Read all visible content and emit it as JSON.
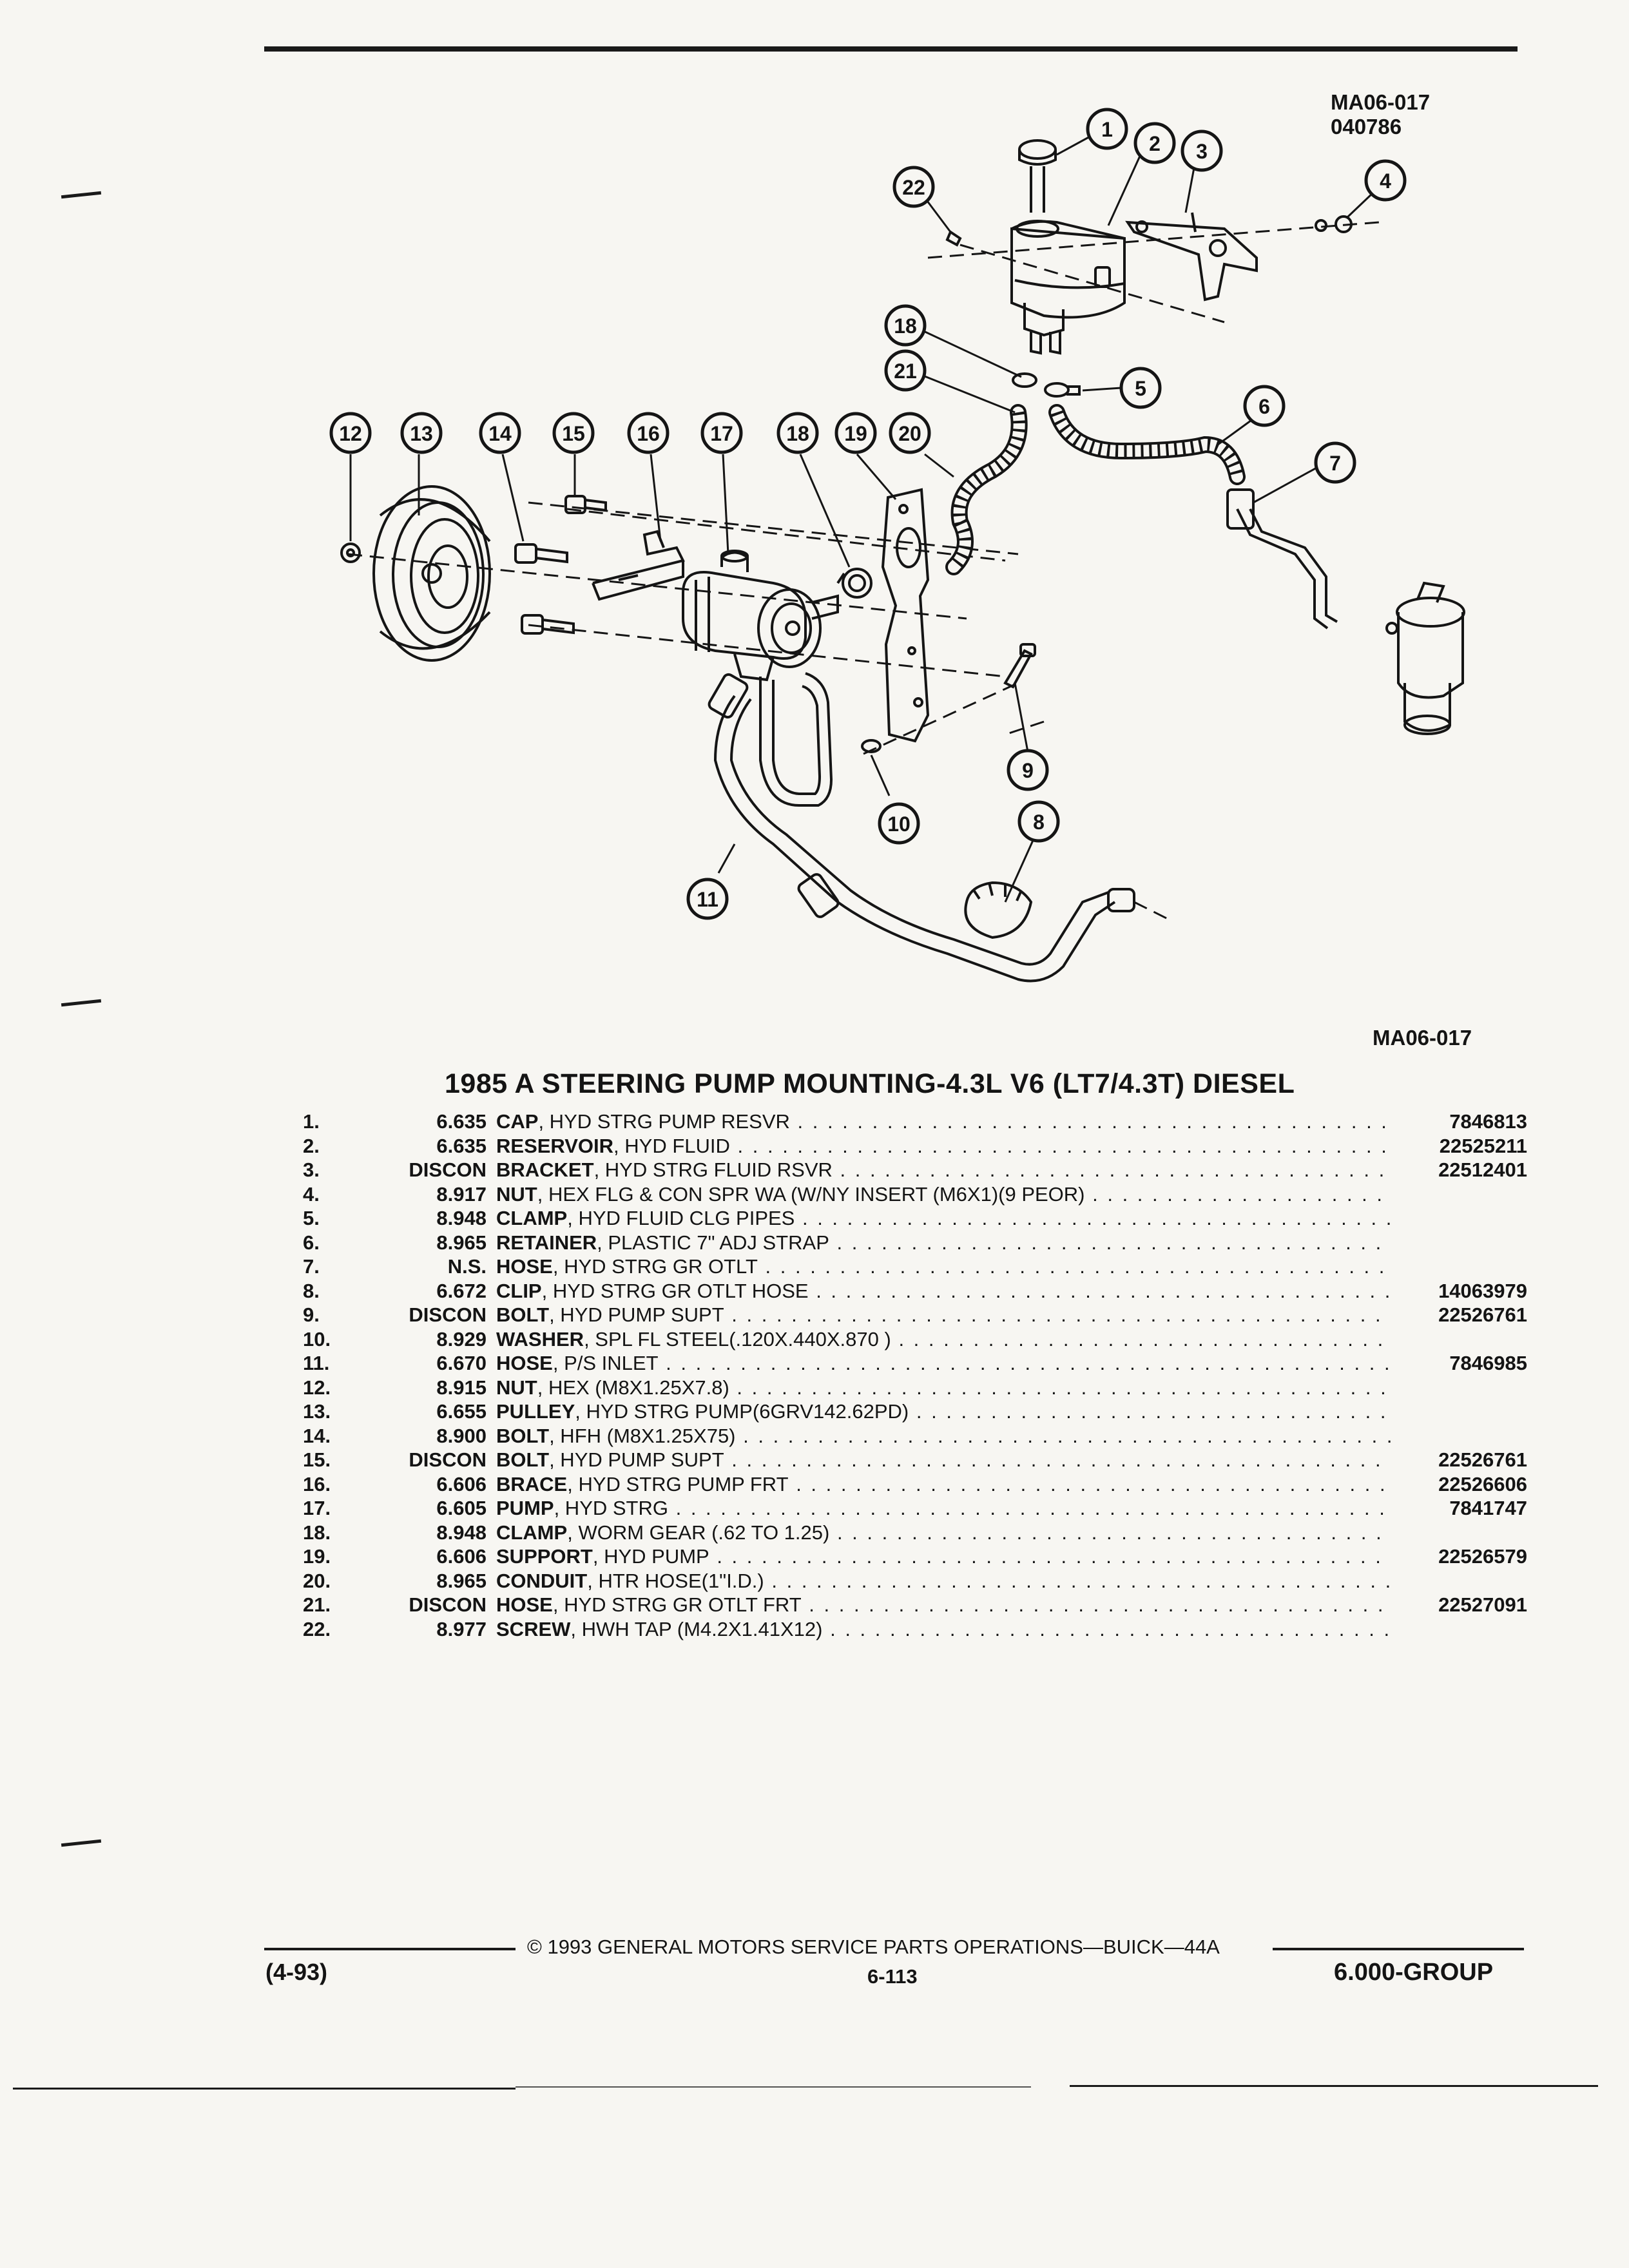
{
  "header": {
    "code_1": "MA06-017",
    "code_2": "040786"
  },
  "diagram": {
    "ref_code": "MA06-017",
    "callouts": [
      "1",
      "2",
      "3",
      "4",
      "5",
      "6",
      "7",
      "8",
      "9",
      "10",
      "11",
      "12",
      "13",
      "14",
      "15",
      "16",
      "17",
      "18",
      "19",
      "20",
      "21",
      "22"
    ],
    "icons": [
      "pulley",
      "pump",
      "reservoir",
      "support-plate",
      "hose",
      "pipe",
      "clamp",
      "gear-box"
    ]
  },
  "title": "1985 A STEERING PUMP MOUNTING-4.3L V6 (LT7/4.3T) DIESEL",
  "parts": [
    {
      "num": "1.",
      "code": "6.635",
      "name": "CAP",
      "desc": ", HYD STRG PUMP RESVR",
      "part": "7846813"
    },
    {
      "num": "2.",
      "code": "6.635",
      "name": "RESERVOIR",
      "desc": ", HYD FLUID",
      "part": "22525211"
    },
    {
      "num": "3.",
      "code": "DISCON",
      "name": "BRACKET",
      "desc": ", HYD STRG FLUID RSVR",
      "part": "22512401"
    },
    {
      "num": "4.",
      "code": "8.917",
      "name": "NUT",
      "desc": ", HEX FLG & CON SPR WA (W/NY INSERT (M6X1)(9 PEOR)",
      "part": ""
    },
    {
      "num": "5.",
      "code": "8.948",
      "name": "CLAMP",
      "desc": ", HYD FLUID CLG PIPES",
      "part": ""
    },
    {
      "num": "6.",
      "code": "8.965",
      "name": "RETAINER",
      "desc": ", PLASTIC 7\" ADJ STRAP",
      "part": ""
    },
    {
      "num": "7.",
      "code": "N.S.",
      "name": "HOSE",
      "desc": ", HYD STRG GR OTLT",
      "part": ""
    },
    {
      "num": "8.",
      "code": "6.672",
      "name": "CLIP",
      "desc": ", HYD STRG GR OTLT HOSE",
      "part": "14063979"
    },
    {
      "num": "9.",
      "code": "DISCON",
      "name": "BOLT",
      "desc": ", HYD PUMP SUPT",
      "part": "22526761"
    },
    {
      "num": "10.",
      "code": "8.929",
      "name": "WASHER",
      "desc": ", SPL FL STEEL(.120X.440X.870 )",
      "part": ""
    },
    {
      "num": "11.",
      "code": "6.670",
      "name": "HOSE",
      "desc": ", P/S INLET",
      "part": "7846985"
    },
    {
      "num": "12.",
      "code": "8.915",
      "name": "NUT",
      "desc": ", HEX (M8X1.25X7.8)",
      "part": ""
    },
    {
      "num": "13.",
      "code": "6.655",
      "name": "PULLEY",
      "desc": ", HYD STRG PUMP(6GRV142.62PD)",
      "part": ""
    },
    {
      "num": "14.",
      "code": "8.900",
      "name": "BOLT",
      "desc": ", HFH (M8X1.25X75)",
      "part": ""
    },
    {
      "num": "15.",
      "code": "DISCON",
      "name": "BOLT",
      "desc": ", HYD PUMP SUPT",
      "part": "22526761"
    },
    {
      "num": "16.",
      "code": "6.606",
      "name": "BRACE",
      "desc": ", HYD STRG PUMP FRT",
      "part": "22526606"
    },
    {
      "num": "17.",
      "code": "6.605",
      "name": "PUMP",
      "desc": ", HYD STRG",
      "part": "7841747"
    },
    {
      "num": "18.",
      "code": "8.948",
      "name": "CLAMP",
      "desc": ", WORM GEAR (.62 TO 1.25)",
      "part": ""
    },
    {
      "num": "19.",
      "code": "6.606",
      "name": "SUPPORT",
      "desc": ", HYD PUMP",
      "part": "22526579"
    },
    {
      "num": "20.",
      "code": "8.965",
      "name": "CONDUIT",
      "desc": ", HTR HOSE(1\"I.D.)",
      "part": ""
    },
    {
      "num": "21.",
      "code": "DISCON",
      "name": "HOSE",
      "desc": ", HYD STRG GR OTLT FRT",
      "part": "22527091"
    },
    {
      "num": "22.",
      "code": "8.977",
      "name": "SCREW",
      "desc": ", HWH TAP (M4.2X1.41X12)",
      "part": ""
    }
  ],
  "footer": {
    "copyright": "© 1993 GENERAL MOTORS SERVICE PARTS OPERATIONS—BUICK—44A",
    "date": "(4-93)",
    "page": "6-113",
    "group": "6.000-GROUP"
  }
}
